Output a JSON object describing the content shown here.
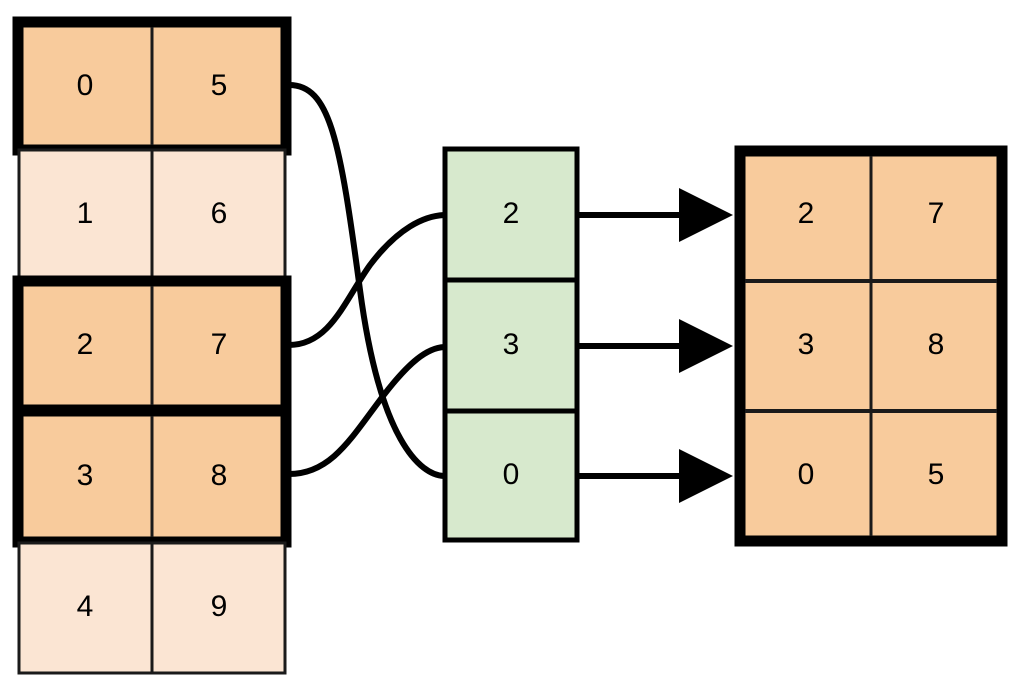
{
  "diagram": {
    "title": "array-gather-scatter-diagram",
    "colors": {
      "highlight_fill": "#f8cb9c",
      "muted_fill": "#fbe5d3",
      "index_fill": "#d7e9cd",
      "stroke": "#000000",
      "cell_border": "#1a1a1a",
      "background": "#ffffff"
    },
    "source_table": {
      "name": "source-table",
      "columns": 2,
      "rows": [
        {
          "cells": [
            "0",
            "5"
          ],
          "highlighted": true
        },
        {
          "cells": [
            "1",
            "6"
          ],
          "highlighted": false
        },
        {
          "cells": [
            "2",
            "7"
          ],
          "highlighted": true
        },
        {
          "cells": [
            "3",
            "8"
          ],
          "highlighted": true
        },
        {
          "cells": [
            "4",
            "9"
          ],
          "highlighted": false
        }
      ]
    },
    "index_column": {
      "name": "index-column",
      "values": [
        "2",
        "3",
        "0"
      ]
    },
    "result_table": {
      "name": "result-table",
      "columns": 2,
      "rows": [
        {
          "cells": [
            "2",
            "7"
          ]
        },
        {
          "cells": [
            "3",
            "8"
          ]
        },
        {
          "cells": [
            "0",
            "5"
          ]
        }
      ]
    },
    "connectors": [
      {
        "name": "connector-row0-to-index2",
        "from_row": 0,
        "to_index": 2
      },
      {
        "name": "connector-row2-to-index0",
        "from_row": 2,
        "to_index": 0
      },
      {
        "name": "connector-row3-to-index1",
        "from_row": 3,
        "to_index": 1
      }
    ],
    "arrows": [
      {
        "name": "arrow-index0-to-result0",
        "from_index": 0,
        "to_row": 0
      },
      {
        "name": "arrow-index1-to-result1",
        "from_index": 1,
        "to_row": 1
      },
      {
        "name": "arrow-index2-to-result2",
        "from_index": 2,
        "to_row": 2
      }
    ]
  }
}
